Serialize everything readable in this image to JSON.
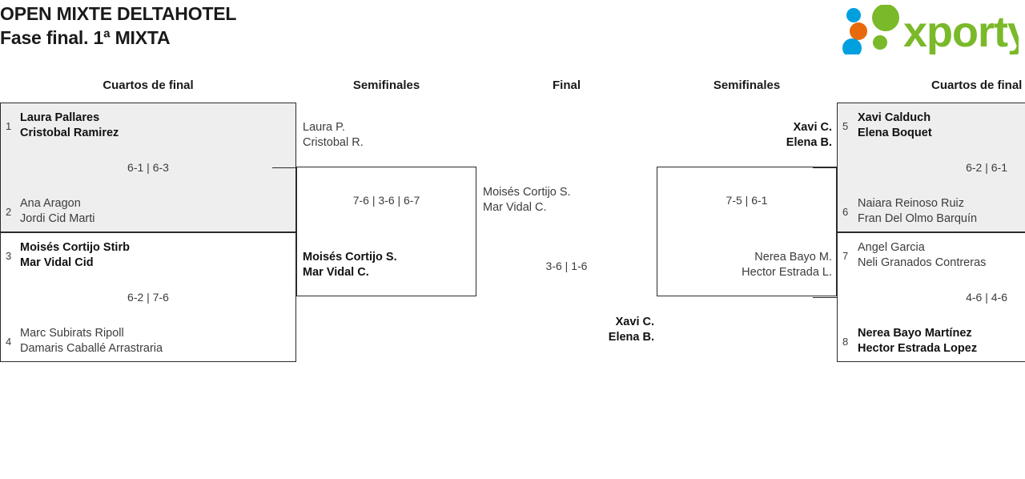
{
  "header": {
    "title_line1": "OPEN MIXTE DELTAHOTEL",
    "title_line2": "Fase final. 1ª MIXTA",
    "logo_text": "xporty",
    "logo_colors": {
      "green": "#7ab929",
      "blue": "#00a0df",
      "orange": "#e8690b"
    }
  },
  "rounds": [
    {
      "label": "Cuartos de final"
    },
    {
      "label": "Semifinales"
    },
    {
      "label": "Final"
    },
    {
      "label": "Semifinales"
    },
    {
      "label": "Cuartos de final"
    }
  ],
  "bracket": {
    "left_quarterfinals": [
      {
        "score": "6-1 | 6-3",
        "top": {
          "seed": "1",
          "player1": "Laura Pallares",
          "player2": "Cristobal Ramirez",
          "winner": true
        },
        "bottom": {
          "seed": "2",
          "player1": "Ana Aragon",
          "player2": "Jordi Cid Marti",
          "winner": false
        }
      },
      {
        "score": "6-2 | 7-6",
        "top": {
          "seed": "3",
          "player1": "Moisés Cortijo Stirb",
          "player2": "Mar Vidal Cid",
          "winner": true
        },
        "bottom": {
          "seed": "4",
          "player1": "Marc Subirats Ripoll",
          "player2": "Damaris Caballé Arrastraria",
          "winner": false
        }
      }
    ],
    "left_semifinal": {
      "score": "7-6 | 3-6 | 6-7",
      "top": {
        "player1": "Laura P.",
        "player2": "Cristobal R.",
        "winner": false
      },
      "bottom": {
        "player1": "Moisés Cortijo S.",
        "player2": "Mar Vidal C.",
        "winner": true
      }
    },
    "final": {
      "score": "3-6 | 1-6",
      "top": {
        "player1": "Moisés Cortijo S.",
        "player2": "Mar Vidal C.",
        "winner": false
      },
      "bottom": {
        "player1": "Xavi C.",
        "player2": "Elena B.",
        "winner": true
      }
    },
    "right_semifinal": {
      "score": "7-5 | 6-1",
      "top": {
        "player1": "Xavi C.",
        "player2": "Elena B.",
        "winner": true
      },
      "bottom": {
        "player1": "Nerea Bayo M.",
        "player2": "Hector Estrada L.",
        "winner": false
      }
    },
    "right_quarterfinals": [
      {
        "score": "6-2 | 6-1",
        "top": {
          "seed": "5",
          "player1": "Xavi Calduch",
          "player2": "Elena Boquet",
          "winner": true
        },
        "bottom": {
          "seed": "6",
          "player1": "Naiara Reinoso Ruiz",
          "player2": "Fran Del Olmo Barquín",
          "winner": false
        }
      },
      {
        "score": "4-6 | 4-6",
        "top": {
          "seed": "7",
          "player1": "Angel Garcia",
          "player2": "Neli Granados Contreras",
          "winner": false
        },
        "bottom": {
          "seed": "8",
          "player1": "Nerea Bayo Martínez",
          "player2": "Hector Estrada Lopez",
          "winner": true
        }
      }
    ]
  }
}
